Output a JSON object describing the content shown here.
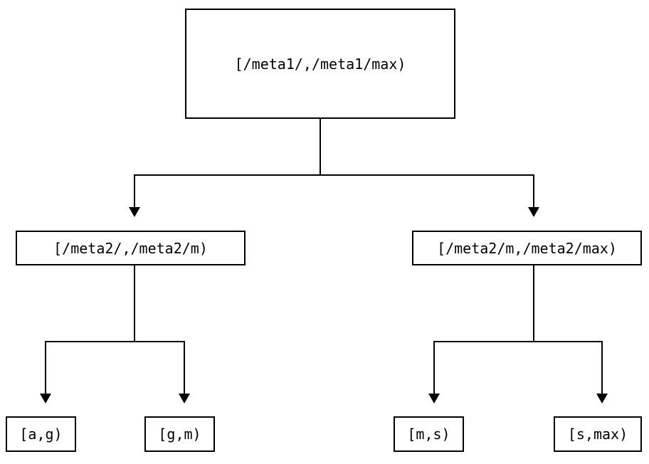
{
  "diagram": {
    "type": "binary-tree",
    "title": "",
    "background_color": "#ffffff",
    "stroke_color": "#000000",
    "nodes": {
      "root": {
        "label": "[/meta1/,/meta1/max)",
        "level": 0
      },
      "mid_left": {
        "label": "[/meta2/,/meta2/m)",
        "level": 1
      },
      "mid_right": {
        "label": "[/meta2/m,/meta2/max)",
        "level": 1
      },
      "leaf_1": {
        "label": "[a,g)",
        "level": 2
      },
      "leaf_2": {
        "label": "[g,m)",
        "level": 2
      },
      "leaf_3": {
        "label": "[m,s)",
        "level": 2
      },
      "leaf_4": {
        "label": "[s,max)",
        "level": 2
      }
    },
    "edges": [
      {
        "from": "root",
        "to": "mid_left",
        "arrow": "down"
      },
      {
        "from": "root",
        "to": "mid_right",
        "arrow": "down"
      },
      {
        "from": "mid_left",
        "to": "leaf_1",
        "arrow": "down"
      },
      {
        "from": "mid_left",
        "to": "leaf_2",
        "arrow": "down"
      },
      {
        "from": "mid_right",
        "to": "leaf_3",
        "arrow": "down"
      },
      {
        "from": "mid_right",
        "to": "leaf_4",
        "arrow": "down"
      }
    ]
  }
}
